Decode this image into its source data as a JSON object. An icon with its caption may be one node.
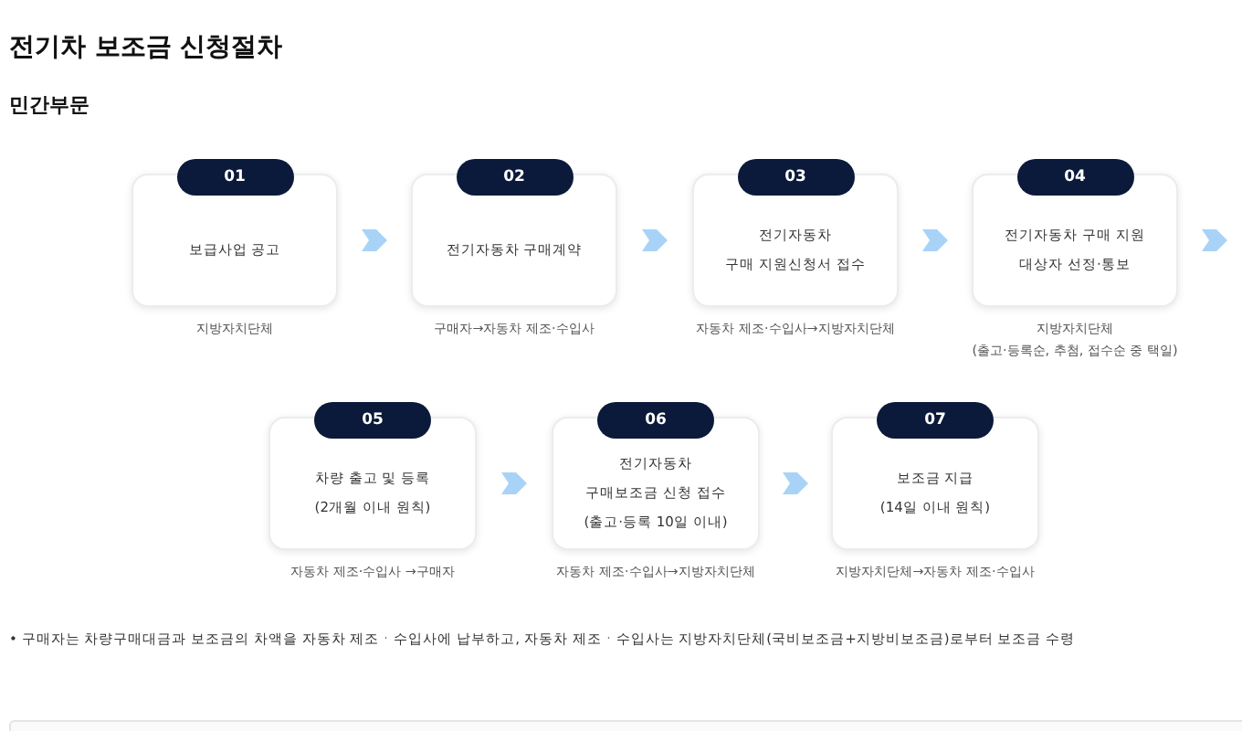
{
  "diagram": {
    "title": "전기차 보조금 신청절차",
    "nodes": [
      {
        "text": [
          "01",
          "보급사업 공고"
        ],
        "beside": [
          "지방자치단체"
        ]
      },
      {
        "text": [
          "02",
          "전기자동차 구매계약"
        ],
        "beside": [
          "구매자→자동차 제조·수입사"
        ]
      },
      {
        "text": [
          "03",
          "전기자동차 구매 지원신청서 접수"
        ],
        "beside": [
          "자동차 제조·수입사→지방자치단체"
        ]
      },
      {
        "text": [
          "04",
          "전기자동차 구매 지원 대상자 선정·통보"
        ],
        "beside": [
          "지방자치단체",
          "(출고·등록순, 추첨, 접수순 중 택일)"
        ]
      },
      {
        "text": [
          "05",
          "차량 출고 및 등록",
          "(2개월 이내 원칙)"
        ],
        "beside": [
          "자동차 제조·수입사 →구매자"
        ]
      },
      {
        "text": [
          "06",
          "전기자동차 구매보조금 신청 접수",
          "(출고·등록 10일 이내)"
        ],
        "beside": [
          "자동차 제조·수입사→지방자치단체"
        ]
      },
      {
        "text": [
          "07",
          "보조금 지급",
          "(14일 이내 원칙)"
        ],
        "beside": [
          "지방자치단체→자동차 제조·수입사"
        ]
      }
    ],
    "edges": [
      {
        "from": 0,
        "to": 1,
        "arrow": "to"
      },
      {
        "from": 1,
        "to": 2,
        "arrow": "to"
      },
      {
        "from": 2,
        "to": 3,
        "arrow": "to"
      },
      {
        "from": 3,
        "to": null,
        "arrow": "to"
      },
      {
        "from": 4,
        "to": 5,
        "arrow": "to"
      },
      {
        "from": 5,
        "to": 6,
        "arrow": "to"
      }
    ],
    "labels": [
      "민간부문",
      "• 구매자는 차량구매대금과 보조금의 차액을 자동차 제조ㆍ수입사에 납부하고, 자동차 제조ㆍ수입사는 지방자치단체(국비보조금+지방비보조금)로부터 보조금 수령"
    ]
  }
}
